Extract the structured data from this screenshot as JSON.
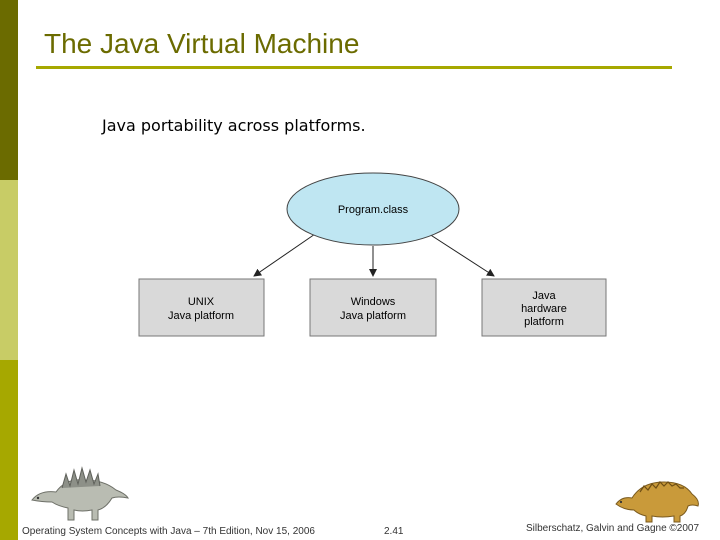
{
  "slide": {
    "title": "The Java Virtual Machine",
    "subtitle": "Java portability across platforms."
  },
  "diagram": {
    "root": {
      "label": "Program.class"
    },
    "platforms": [
      {
        "line1": "UNIX",
        "line2": "Java platform",
        "line3": ""
      },
      {
        "line1": "Windows",
        "line2": "Java platform",
        "line3": ""
      },
      {
        "line1": "Java",
        "line2": "hardware",
        "line3": "platform"
      }
    ]
  },
  "footer": {
    "left": "Operating System Concepts with Java – 7th Edition, Nov 15, 2006",
    "page": "2.41",
    "right": "Silberschatz, Galvin and Gagne ©2007"
  },
  "colors": {
    "title": "#6b6b00",
    "ellipse_fill": "#bfe6f2",
    "box_fill": "#d9d9d9"
  },
  "icons": [
    "stegosaurus-icon",
    "ankylosaurus-icon"
  ]
}
